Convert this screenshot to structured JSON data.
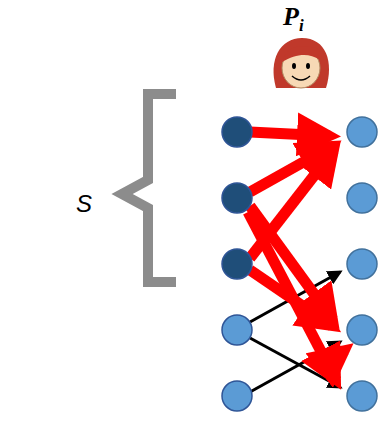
{
  "diagram": {
    "labels": [
      "P",
      "i",
      "S"
    ]
  }
}
